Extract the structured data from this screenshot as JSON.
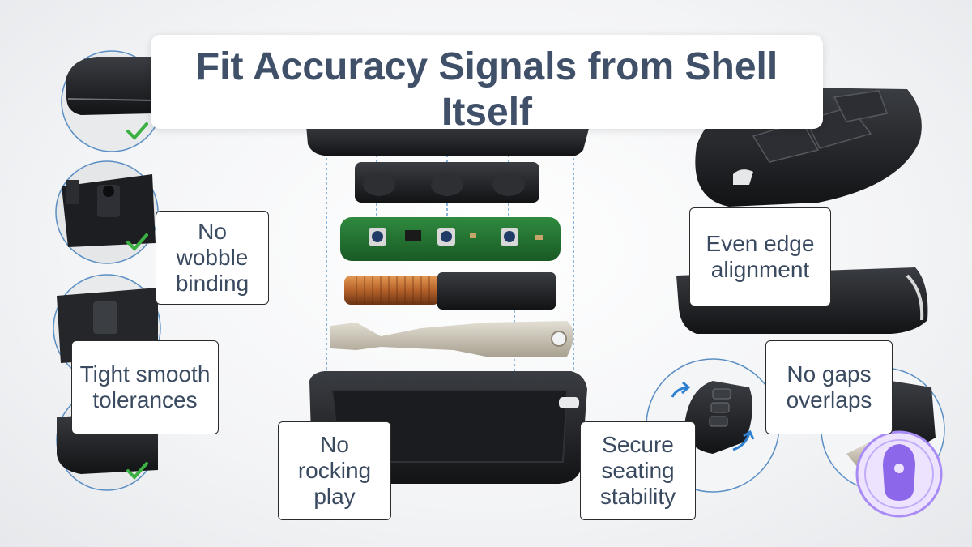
{
  "title": "Fit Accuracy Signals from Shell Itself",
  "labels": {
    "no_wobble": "No wobble binding",
    "tight_tolerances": "Tight smooth tolerances",
    "no_rocking": "No rocking play",
    "secure_seating": "Secure seating stability",
    "even_edge": "Even edge alignment",
    "no_gaps": "No gaps overlaps"
  },
  "icons": {
    "check": "checkmark-icon",
    "rotate": "rotate-arrows-icon",
    "logo": "key-fob-logo-icon"
  },
  "colors": {
    "title_text": "#3f5068",
    "label_text": "#3a4a60",
    "check_green": "#3cb043",
    "guide_blue": "#3d86c6",
    "badge_purple": "#a98bf5"
  }
}
